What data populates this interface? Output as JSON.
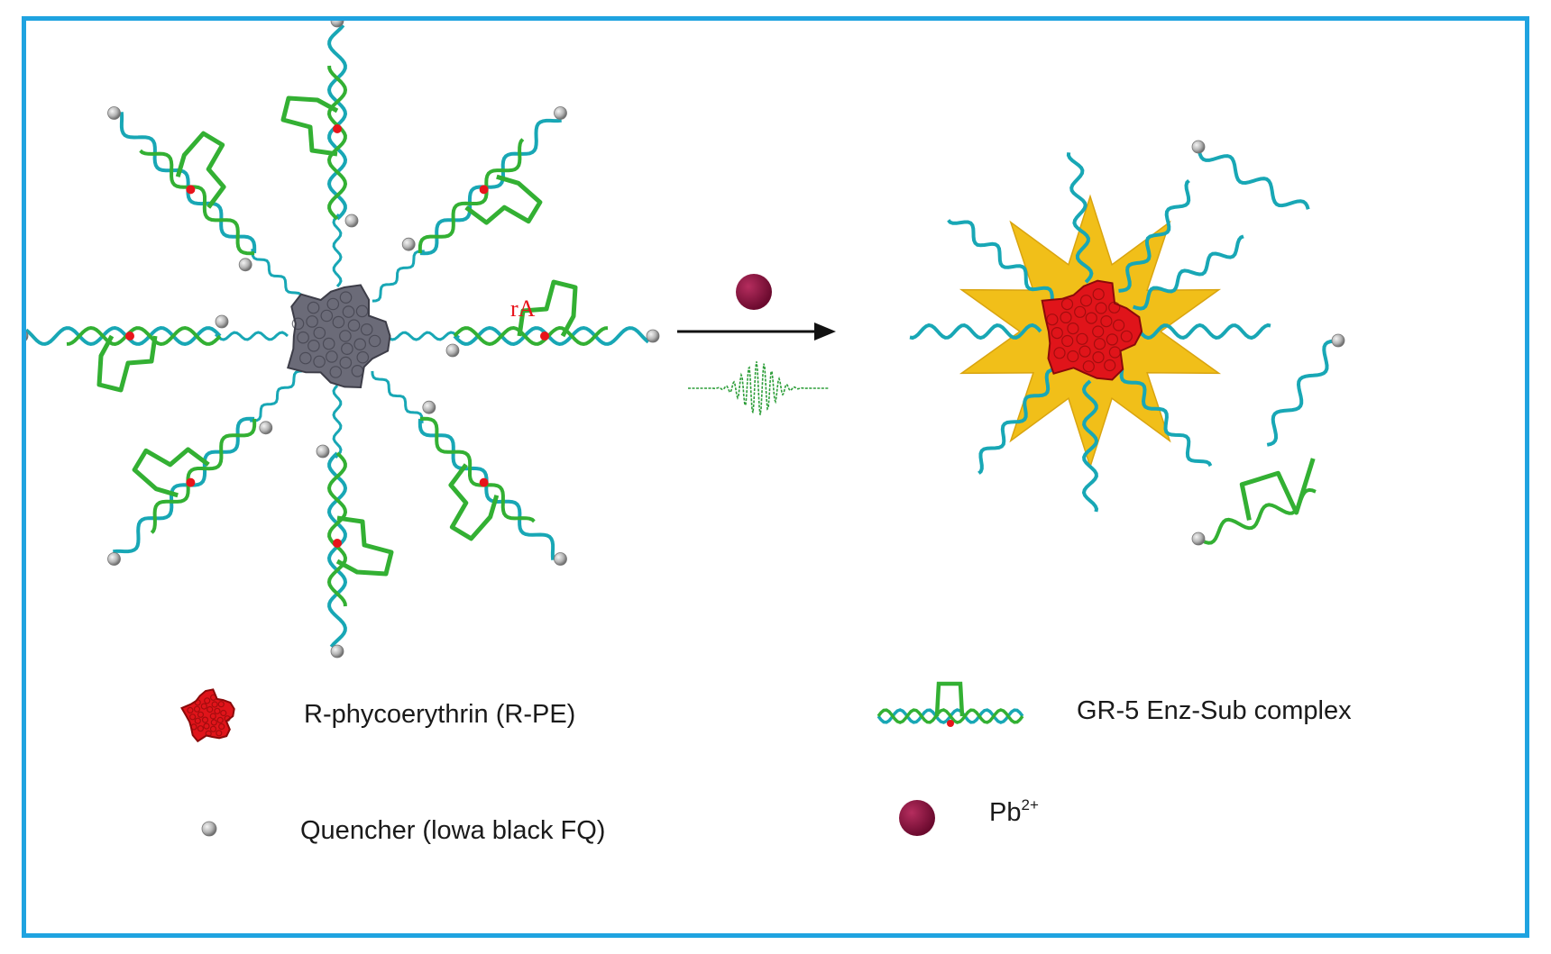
{
  "diagram": {
    "cleavage_site_label": "rA",
    "legend": {
      "rpe": {
        "text": "R-phycoerythrin  (R-PE)",
        "icon": "red-protein-icon"
      },
      "quencher": {
        "text": "Quencher (lowa black FQ)",
        "icon": "gray-sphere-icon"
      },
      "complex": {
        "text": "GR-5 Enz-Sub complex",
        "icon": "dna-duplex-icon"
      },
      "pb": {
        "base": "Pb",
        "charge": "2+",
        "icon": "maroon-sphere-icon"
      }
    }
  },
  "colors": {
    "frame": "#1fa3e0",
    "substrate_strand": "#18a7b5",
    "enzyme_strand": "#33b033",
    "cleavage_site": "#e8141b",
    "quencher": "#b5b5b5",
    "rpe_quenched": "#6b6b78",
    "rpe_fluorescent": "#e0141a",
    "lead_ion": "#8c0f3e",
    "fluorescence_burst": "#f1bf19",
    "emission_wave": "#2e9e3a",
    "arrow": "#111111"
  }
}
